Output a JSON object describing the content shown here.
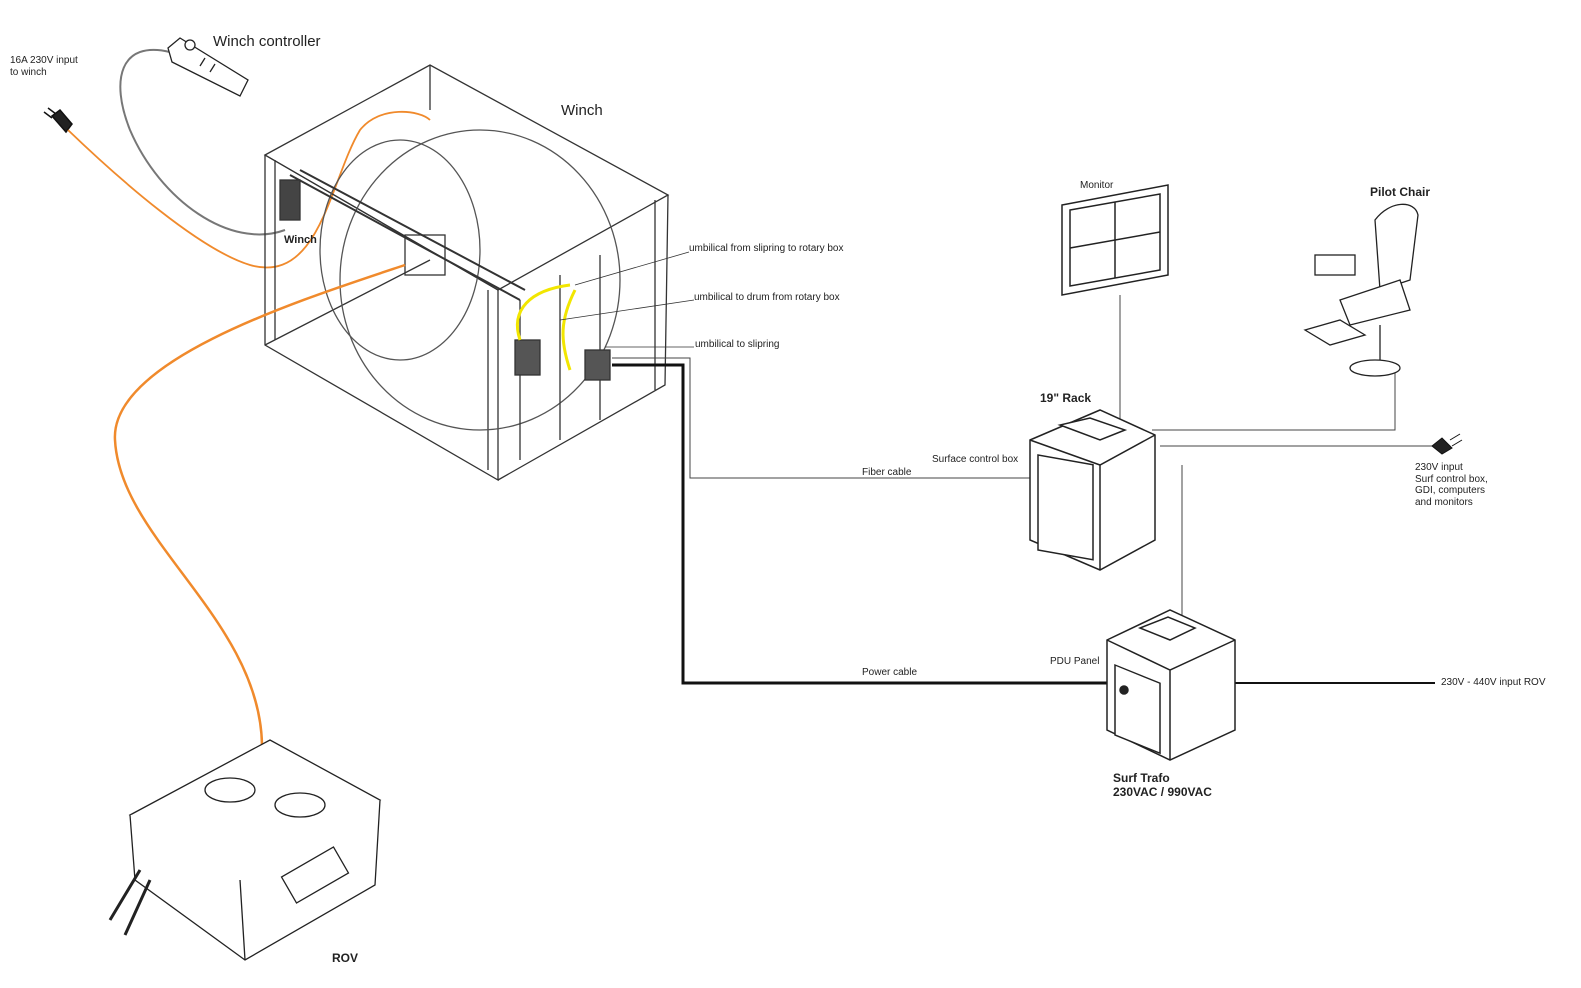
{
  "labels": {
    "winch_controller": "Winch controller",
    "winch_input": "16A 230V input\nto winch",
    "winch": "Winch",
    "winch_small": "Winch",
    "umbilical_slipring_rotary": "umbilical from slipring to rotary box",
    "umbilical_drum_rotary": "umbilical to drum from rotary box",
    "umbilical_slipring": "umbilical to slipring",
    "monitor": "Monitor",
    "pilot_chair": "Pilot Chair",
    "rack": "19\" Rack",
    "surface_control_box": "Surface control box",
    "fiber_cable": "Fiber cable",
    "surface_input": "230V input\nSurf control box,\nGDI, computers\nand monitors",
    "pdu_panel": "PDU Panel",
    "power_cable": "Power cable",
    "rov_input": "230V - 440V input ROV",
    "surf_trafo": "Surf Trafo\n230VAC / 990VAC",
    "rov": "ROV"
  },
  "colors": {
    "umbilical": "#f08a2c",
    "slipring_umbilical": "#f2e600",
    "controller_cable": "#777777",
    "power_cable": "#111111",
    "fiber_cable": "#444444"
  }
}
